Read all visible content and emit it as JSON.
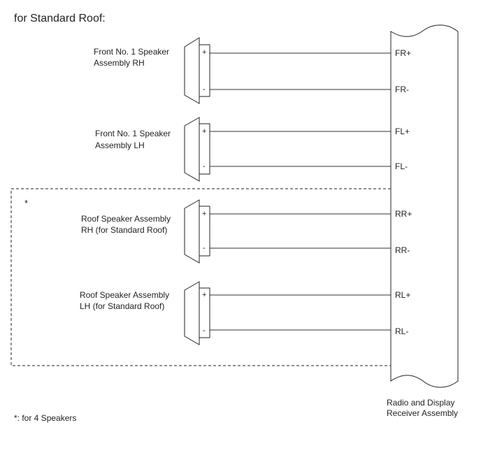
{
  "title": "for Standard Roof:",
  "group_marker": "*",
  "footnote": "*: for 4 Speakers",
  "receiver": {
    "label_line1": "Radio and Display",
    "label_line2": "Receiver Assembly"
  },
  "speakers": [
    {
      "label_line1": "Front No. 1 Speaker",
      "label_line2": "Assembly RH",
      "plus_symbol": "+",
      "minus_symbol": "-",
      "pin_plus": "FR+",
      "pin_minus": "FR-"
    },
    {
      "label_line1": "Front No. 1 Speaker",
      "label_line2": "Assembly LH",
      "plus_symbol": "+",
      "minus_symbol": "-",
      "pin_plus": "FL+",
      "pin_minus": "FL-"
    },
    {
      "label_line1": "Roof Speaker Assembly",
      "label_line2": "RH (for Standard Roof)",
      "plus_symbol": "+",
      "minus_symbol": "-",
      "pin_plus": "RR+",
      "pin_minus": "RR-"
    },
    {
      "label_line1": "Roof Speaker Assembly",
      "label_line2": "LH (for Standard Roof)",
      "plus_symbol": "+",
      "minus_symbol": "-",
      "pin_plus": "RL+",
      "pin_minus": "RL-"
    }
  ]
}
